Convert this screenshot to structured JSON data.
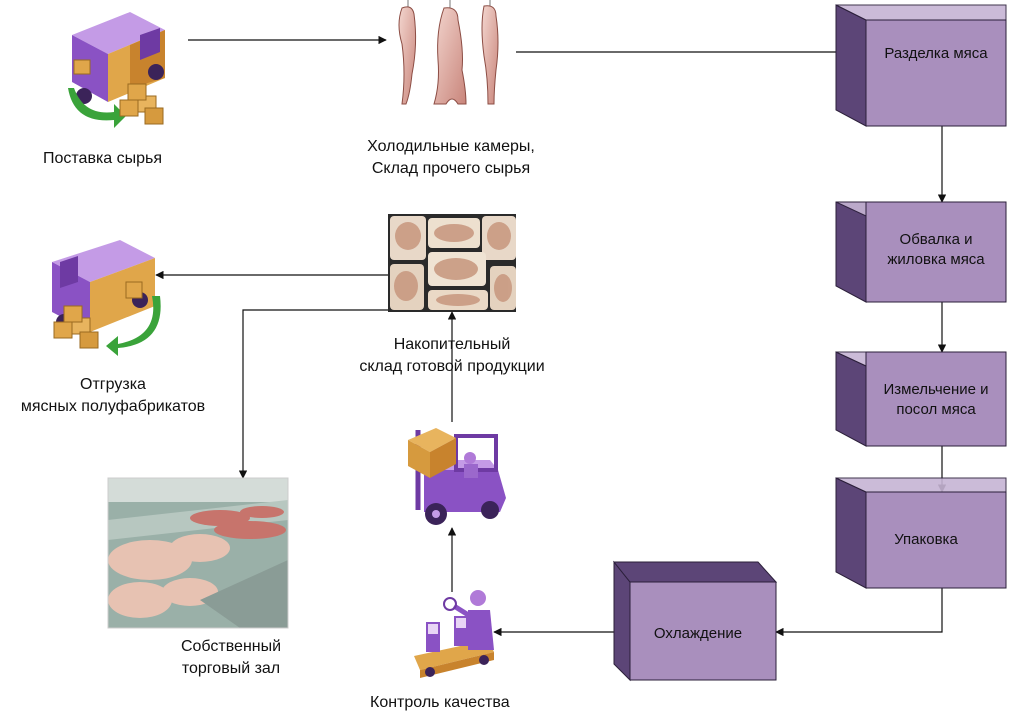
{
  "labels": {
    "supply": "Поставка сырья",
    "cold_storage_line1": "Холодильные камеры,",
    "cold_storage_line2": "Склад прочего сырья",
    "finished_storage_line1": "Накопительный",
    "finished_storage_line2": "склад готовой продукции",
    "shipment_line1": "Отгрузка",
    "shipment_line2": "мясных полуфабрикатов",
    "store_line1": "Собственный",
    "store_line2": "торговый зал",
    "quality": "Контроль качества"
  },
  "boxes": {
    "cutting": "Разделка мяса",
    "deboning_line1": "Обвалка и",
    "deboning_line2": "жиловка мяса",
    "grinding_line1": "Измельчение и",
    "grinding_line2": "посол мяса",
    "packing": "Упаковка",
    "cooling": "Охлаждение"
  },
  "colors": {
    "box_front": "#a98fbd",
    "box_side": "#5c4577",
    "box_edge": "#2b1f3a",
    "truck_purple": "#8a52c4",
    "cargo": "#d9a24a",
    "arrow_green": "#3aa33a",
    "connector": "#111111"
  }
}
